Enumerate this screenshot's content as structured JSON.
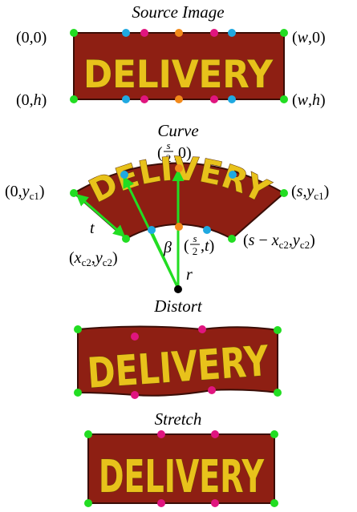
{
  "titles": {
    "source": "Source Image",
    "curve": "Curve",
    "distort": "Distort",
    "stretch": "Stretch"
  },
  "word": "DELIVERY",
  "source_labels": {
    "top_left": "(0,0)",
    "top_right": "(w,0)",
    "bottom_left": "(0,h)",
    "bottom_right": "(w,h)"
  },
  "curve_labels": {
    "top_mid": "(s/2,0)",
    "left": "(0,yc1)",
    "right": "(s,yc1)",
    "t": "t",
    "inner_left": "(xc2,yc2)",
    "beta": "β",
    "inner_mid": "(s/2,t)",
    "inner_right": "(s − xc2,yc2)",
    "r": "r"
  },
  "colors": {
    "corner": "#22dd22",
    "side": "#1fa9e1",
    "mid": "#e0157f",
    "center": "#f28a1a",
    "arrow": "#22dd22",
    "banner_fill": "#8e1f13",
    "banner_stroke": "#3a0d06",
    "text": "#e8c21b"
  }
}
